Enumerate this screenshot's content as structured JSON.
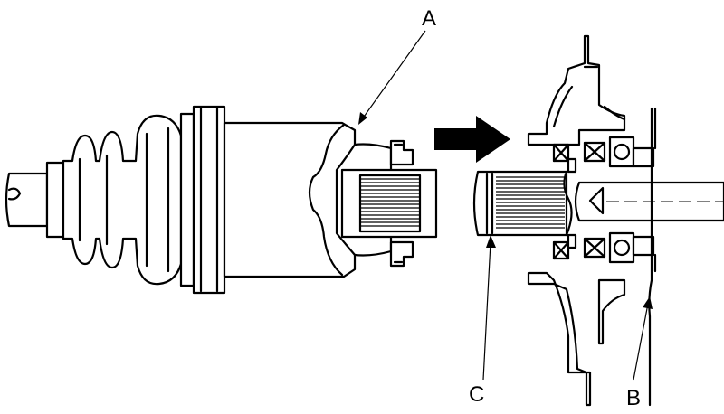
{
  "callouts": {
    "a": "A",
    "b": "B",
    "c": "C"
  },
  "icons": {
    "direction_arrow": "right-arrow-icon"
  },
  "colors": {
    "ink": "#000000",
    "background": "#ffffff"
  }
}
